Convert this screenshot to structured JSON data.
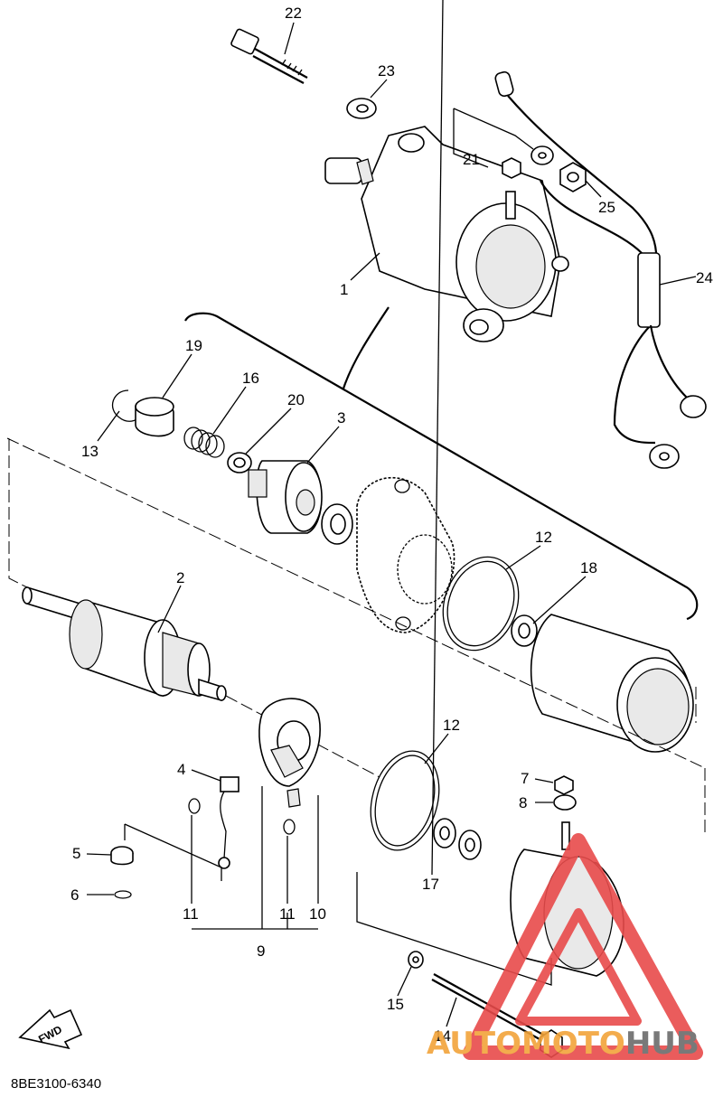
{
  "diagram": {
    "code": "8BE3100-6340",
    "fwd_label": "FWD",
    "callouts": [
      {
        "id": "c22",
        "text": "22"
      },
      {
        "id": "c23",
        "text": "23"
      },
      {
        "id": "c21",
        "text": "21"
      },
      {
        "id": "c25",
        "text": "25"
      },
      {
        "id": "c1",
        "text": "1"
      },
      {
        "id": "c24",
        "text": "24"
      },
      {
        "id": "c19",
        "text": "19"
      },
      {
        "id": "c16",
        "text": "16"
      },
      {
        "id": "c20",
        "text": "20"
      },
      {
        "id": "c3",
        "text": "3"
      },
      {
        "id": "c13",
        "text": "13"
      },
      {
        "id": "c12a",
        "text": "12"
      },
      {
        "id": "c18",
        "text": "18"
      },
      {
        "id": "c2",
        "text": "2"
      },
      {
        "id": "c12b",
        "text": "12"
      },
      {
        "id": "c4",
        "text": "4"
      },
      {
        "id": "c7",
        "text": "7"
      },
      {
        "id": "c8",
        "text": "8"
      },
      {
        "id": "c5",
        "text": "5"
      },
      {
        "id": "c17",
        "text": "17"
      },
      {
        "id": "c6",
        "text": "6"
      },
      {
        "id": "c11a",
        "text": "11"
      },
      {
        "id": "c11b",
        "text": "11"
      },
      {
        "id": "c10",
        "text": "10"
      },
      {
        "id": "c9",
        "text": "9"
      },
      {
        "id": "c15",
        "text": "15"
      },
      {
        "id": "c14",
        "text": "14"
      }
    ]
  },
  "watermark": {
    "part1": "AUTOMOTO",
    "part2": "HUB",
    "color_red": "#e84b4b",
    "color_orange": "#f2a43a",
    "color_gray": "#6b6b6b"
  }
}
